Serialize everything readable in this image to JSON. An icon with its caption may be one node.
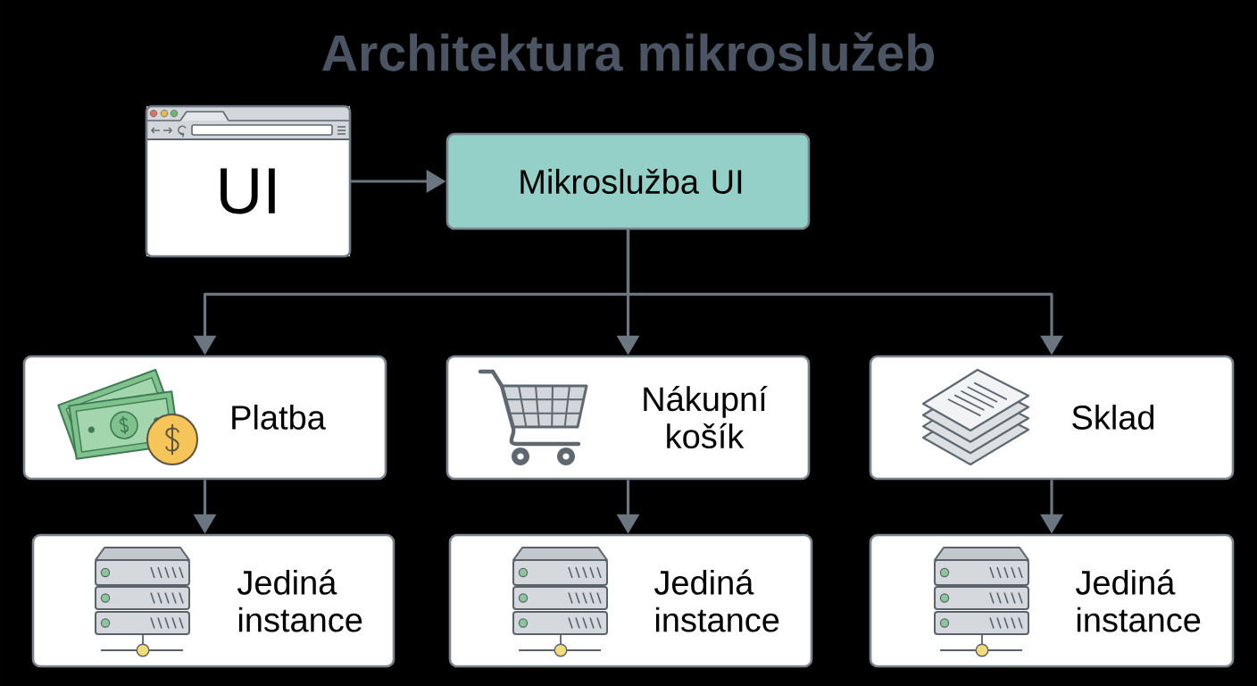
{
  "diagram": {
    "title": "Architektura mikroslužeb",
    "nodes": [
      {
        "text": [
          "UI"
        ]
      },
      {
        "text": [
          "Mikroslužba UI"
        ]
      },
      {
        "text": [
          "Platba"
        ]
      },
      {
        "text": [
          "Nákupní košík"
        ]
      },
      {
        "text": [
          "Sklad"
        ]
      },
      {
        "text": [
          "Jediná instance"
        ]
      },
      {
        "text": [
          "Jediná instance"
        ]
      },
      {
        "text": [
          "Jediná instance"
        ]
      }
    ],
    "edges": [
      {
        "from": 0,
        "to": 1,
        "arrow": "to"
      },
      {
        "from": 1,
        "to": 2,
        "arrow": "to"
      },
      {
        "from": 1,
        "to": 3,
        "arrow": "to"
      },
      {
        "from": 1,
        "to": 4,
        "arrow": "to"
      },
      {
        "from": 2,
        "to": 5,
        "arrow": "to"
      },
      {
        "from": 3,
        "to": 6,
        "arrow": "to"
      },
      {
        "from": 4,
        "to": 7,
        "arrow": "to"
      }
    ]
  }
}
